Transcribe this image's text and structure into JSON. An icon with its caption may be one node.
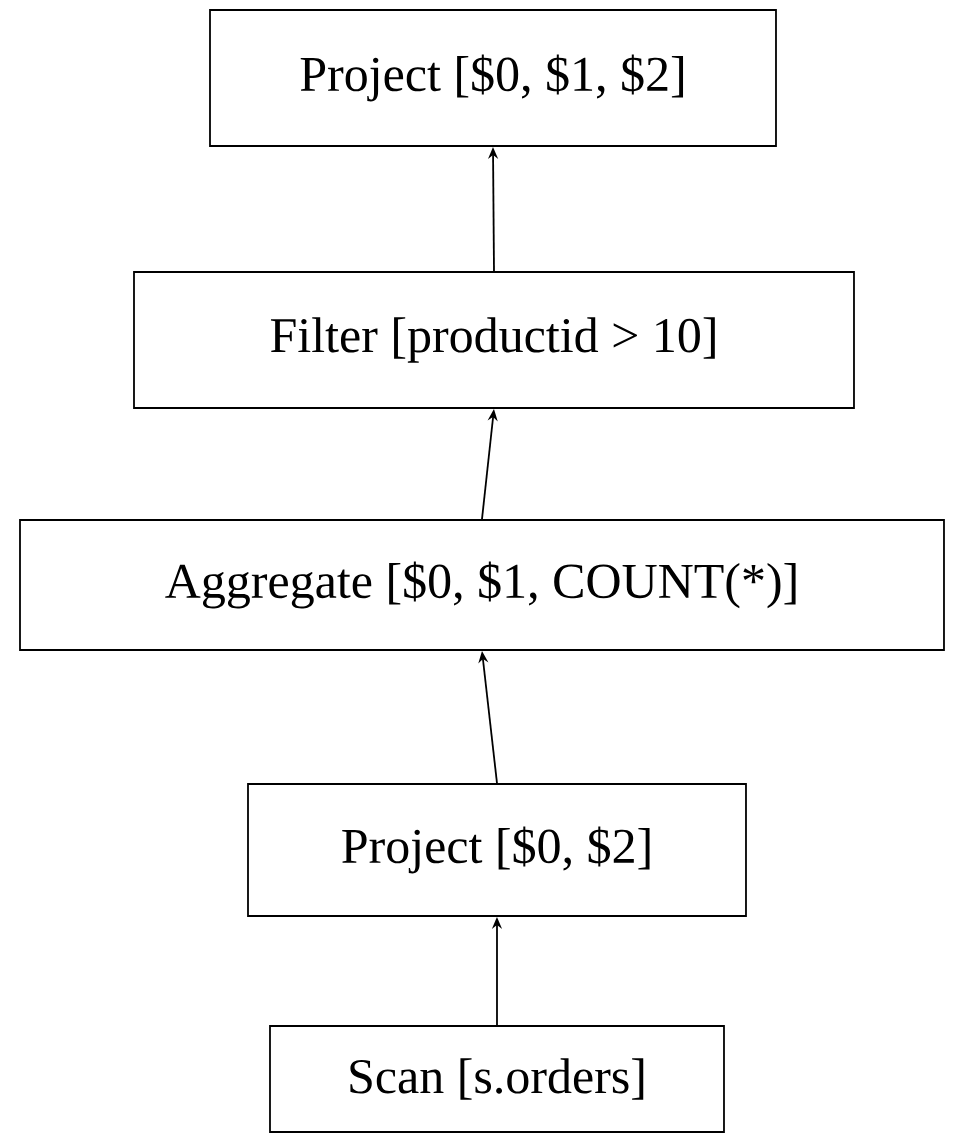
{
  "diagram": {
    "nodes": [
      {
        "text": [
          "Project [$0, $1, $2]"
        ]
      },
      {
        "text": [
          "Filter [productid > 10]"
        ]
      },
      {
        "text": [
          "Aggregate [$0, $1, COUNT(*)]"
        ]
      },
      {
        "text": [
          "Project [$0, $2]"
        ]
      },
      {
        "text": [
          "Scan [s.orders]"
        ]
      }
    ],
    "edges": [
      {
        "from": 1,
        "to": 0,
        "arrow": "to"
      },
      {
        "from": 2,
        "to": 1,
        "arrow": "to"
      },
      {
        "from": 3,
        "to": 2,
        "arrow": "to"
      },
      {
        "from": 4,
        "to": 3,
        "arrow": "to"
      }
    ]
  }
}
